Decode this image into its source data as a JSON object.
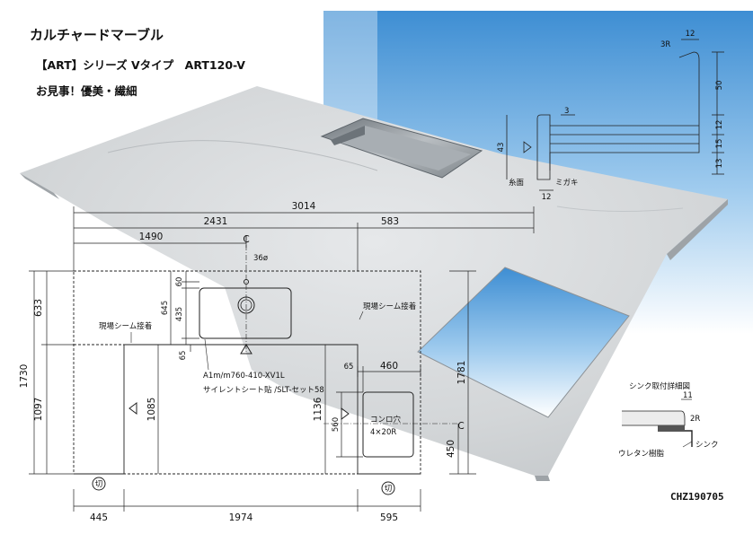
{
  "header": {
    "title": "カルチャードマーブル",
    "series_line": "【ART】シリーズ Vタイプ　ART120-V",
    "slogan": "お見事！優美・繊細"
  },
  "dimensions": {
    "overall_width": "3014",
    "left_section": "2431",
    "right_section": "583",
    "sink_center": "1490",
    "faucet_hole": "36ø",
    "back_to_faucet": "60",
    "faucet_to_sink": "435",
    "back_to_sink_front": "645",
    "left_upper_height": "633",
    "total_depth_left": "1730",
    "left_lower_height": "1097",
    "leg_inner_depth": "1085",
    "return_offset": "65",
    "stove_offset": "65",
    "stove_width": "460",
    "stove_depth": "560",
    "stove_lower": "1136",
    "total_depth_right": "1781",
    "stove_bottom": "450",
    "bottom_left": "445",
    "bottom_middle": "1974",
    "bottom_right": "595",
    "center_mark": "C"
  },
  "notes": {
    "seam_left": "現場シーム接着",
    "seam_right": "現場シーム接着",
    "sink_model": "A1m/m760-410-XV1L",
    "sink_sheet": "サイレントシート貼 /SLT-セット58",
    "stove_hole_label": "コンロ穴",
    "stove_hole_spec": "4×20R",
    "cut_mark": "切"
  },
  "edge_profile": {
    "radius": "3R",
    "top_width": "12",
    "backsplash_height": "50",
    "step_1": "12",
    "step_2": "15",
    "step_3": "13",
    "front_height": "43",
    "chamfer": "3",
    "bottom_width": "12",
    "label_left": "糸面",
    "label_right": "ミガキ"
  },
  "sink_detail": {
    "title": "シンク取付詳細図",
    "width": "11",
    "radius": "2R",
    "label_sink": "シンク",
    "label_urethane": "ウレタン樹脂"
  },
  "footer": {
    "drawing_code": "CHZ190705"
  },
  "colors": {
    "marble": "#d7dadc",
    "sky_top": "#3e8ed3",
    "sky_bottom": "#ffffff",
    "sink_steel": "#8d949a"
  }
}
